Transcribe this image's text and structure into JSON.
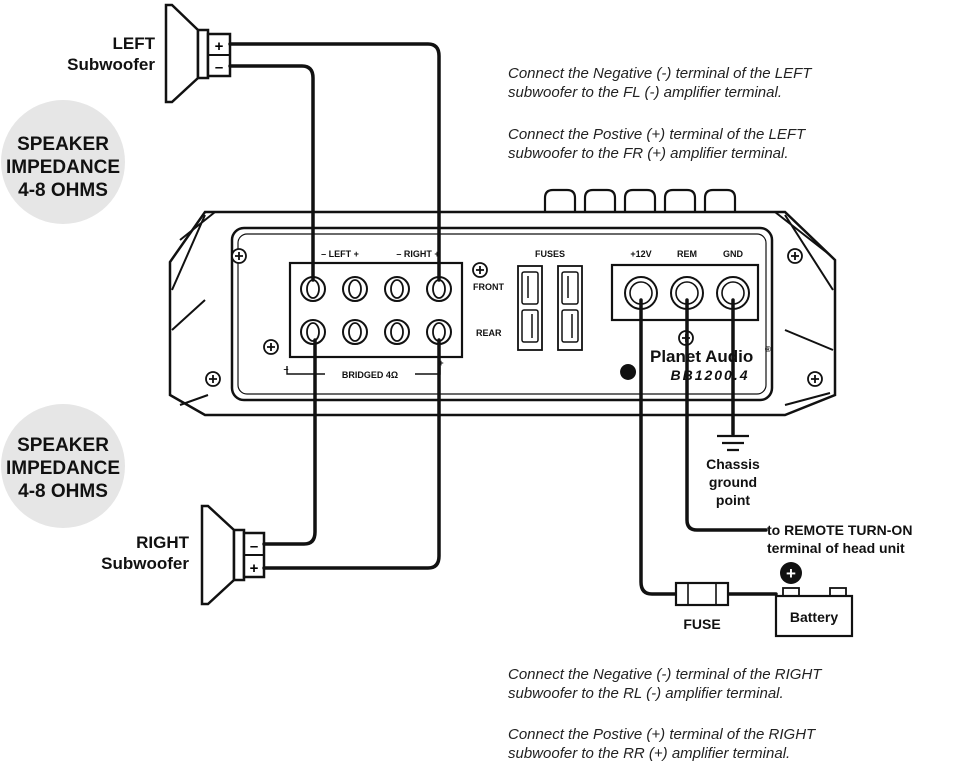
{
  "speakers": {
    "left_label_1": "LEFT",
    "left_label_2": "Subwoofer",
    "right_label_1": "RIGHT",
    "right_label_2": "Subwoofer",
    "plus": "+",
    "minus": "–"
  },
  "impedance": {
    "line1": "SPEAKER",
    "line2": "IMPEDANCE",
    "line3": "4-8 OHMS",
    "circle_color": "#e6e6e6"
  },
  "instructions": {
    "left_neg_1": "Connect the Negative (-) terminal of the LEFT",
    "left_neg_2": "subwoofer to the FL (-) amplifier terminal.",
    "left_pos_1": "Connect the Postive (+)  terminal of the LEFT",
    "left_pos_2": "subwoofer to the FR (+) amplifier terminal.",
    "right_neg_1": "Connect the Negative (-) terminal of the RIGHT",
    "right_neg_2": "subwoofer to the RL (-) amplifier terminal.",
    "right_pos_1": "Connect the Postive (+)  terminal of the RIGHT",
    "right_pos_2": "subwoofer to the RR (+) amplifier terminal."
  },
  "amplifier": {
    "left_header": "– LEFT +",
    "right_header": "– RIGHT +",
    "front": "FRONT",
    "rear": "REAR",
    "bridged": "BRIDGED 4Ω",
    "bridged_minus": "–",
    "bridged_plus": "+",
    "fuses": "FUSES",
    "p12v": "+12V",
    "rem": "REM",
    "gnd": "GND",
    "brand": "Planet Audio",
    "brand_mark": "®",
    "model": "BB1200.4"
  },
  "power": {
    "chassis_1": "Chassis",
    "chassis_2": "ground",
    "chassis_3": "point",
    "remote_1": "to REMOTE TURN-ON",
    "remote_2": "terminal of head unit",
    "fuse": "FUSE",
    "battery": "Battery",
    "battery_plus": "+"
  }
}
